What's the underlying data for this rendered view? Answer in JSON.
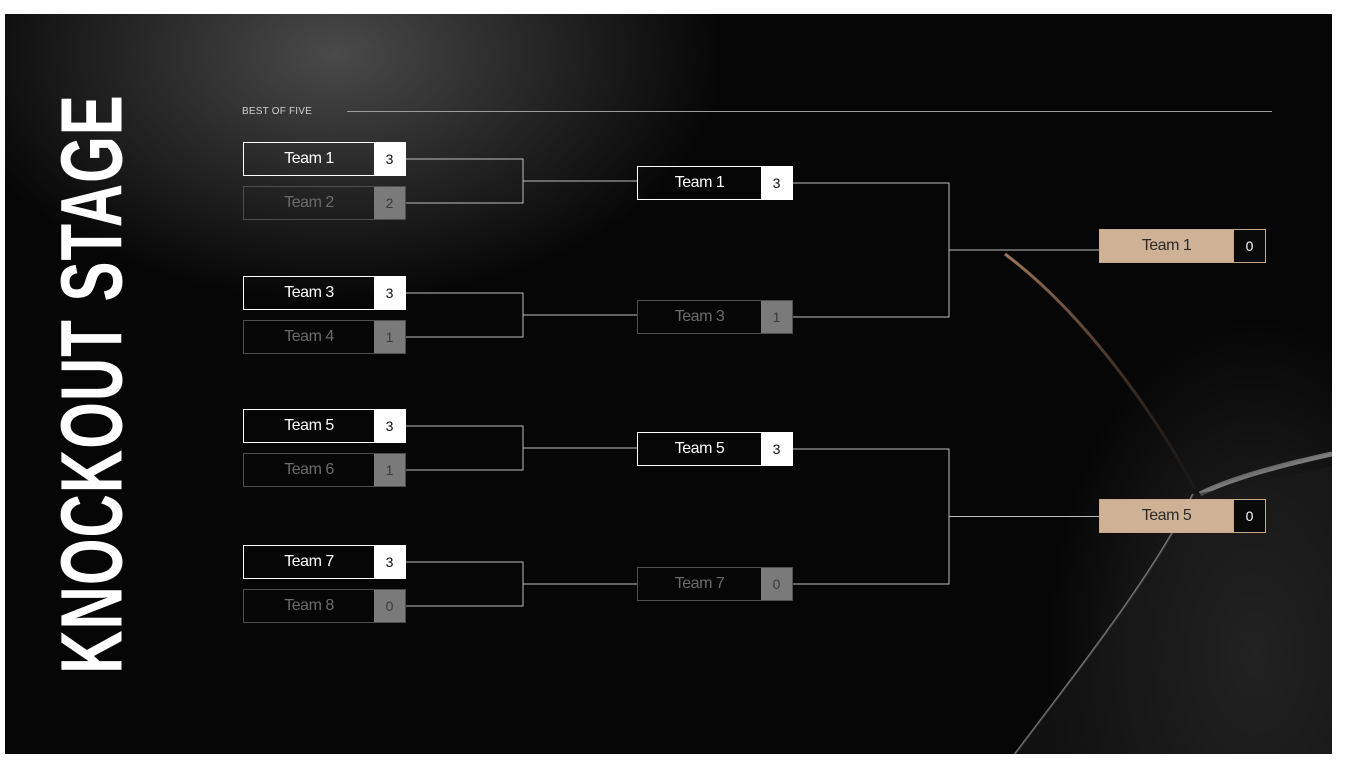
{
  "title": "KNOCKOUT STAGE",
  "format_label": "BEST OF FIVE",
  "rounds": [
    {
      "matches": [
        [
          {
            "team": "Team 1",
            "score": "3",
            "status": "win"
          },
          {
            "team": "Team 2",
            "score": "2",
            "status": "lose"
          }
        ],
        [
          {
            "team": "Team 3",
            "score": "3",
            "status": "win"
          },
          {
            "team": "Team 4",
            "score": "1",
            "status": "lose"
          }
        ],
        [
          {
            "team": "Team 5",
            "score": "3",
            "status": "win"
          },
          {
            "team": "Team 6",
            "score": "1",
            "status": "lose"
          }
        ],
        [
          {
            "team": "Team 7",
            "score": "3",
            "status": "win"
          },
          {
            "team": "Team 8",
            "score": "0",
            "status": "lose"
          }
        ]
      ]
    },
    {
      "matches": [
        [
          {
            "team": "Team 1",
            "score": "3",
            "status": "win"
          },
          {
            "team": "Team 3",
            "score": "1",
            "status": "lose"
          }
        ],
        [
          {
            "team": "Team 5",
            "score": "3",
            "status": "win"
          },
          {
            "team": "Team 7",
            "score": "0",
            "status": "lose"
          }
        ]
      ]
    },
    {
      "matches": [
        [
          {
            "team": "Team 1",
            "score": "0",
            "status": "final"
          },
          {
            "team": "Team 5",
            "score": "0",
            "status": "final"
          }
        ]
      ]
    }
  ],
  "colors": {
    "background": "#060606",
    "winner": "#ffffff",
    "loser": "#7a7a7a",
    "finalist": "#cfb196",
    "connector": "#bdbdbd"
  }
}
